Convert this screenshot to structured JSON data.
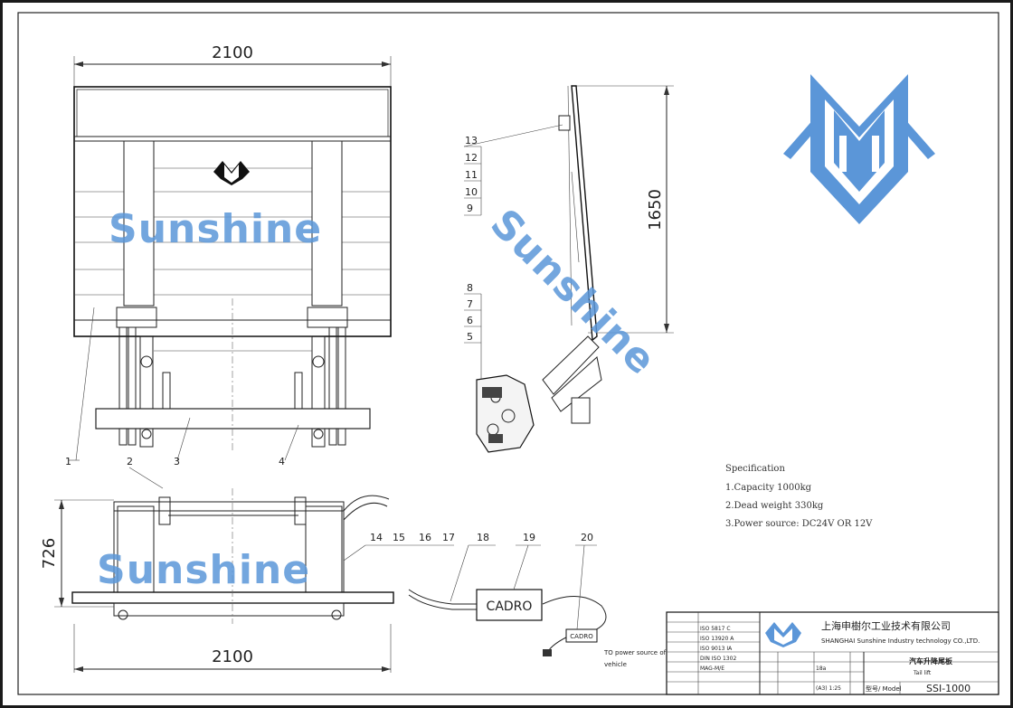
{
  "front_view": {
    "width_dim": "2100"
  },
  "side_view": {
    "height_dim": "1650"
  },
  "plan_view": {
    "depth_dim": "726",
    "width_dim": "2100"
  },
  "watermark": {
    "text": "Sunshine"
  },
  "part_numbers": {
    "front": [
      "1",
      "2",
      "3",
      "4"
    ],
    "side": [
      "13",
      "12",
      "11",
      "10",
      "9",
      "8",
      "7",
      "6",
      "5"
    ],
    "plan": [
      "14",
      "15",
      "16",
      "17",
      "18",
      "19",
      "20"
    ]
  },
  "control_box": {
    "label": "CADRO",
    "small_label": "CADRO"
  },
  "power_note": {
    "line1": "TO power source of",
    "line2": "vehicle"
  },
  "specification": {
    "title": "Specification",
    "items": [
      "1.Capacity 1000kg",
      "2.Dead weight 330kg",
      "3.Power source: DC24V OR 12V"
    ]
  },
  "title_block": {
    "company_cn": "上海申樹尔工业技术有限公司",
    "company_en": "SHANGHAI Sunshine Industry technology CO.,LTD.",
    "product_cn": "汽车升降尾板",
    "product_en": "Tail lift",
    "model_label": "型号/ Model",
    "model": "SSI-1000",
    "standards": [
      "ISO 5817 C",
      "ISO 13920 A",
      "ISO 9013 IA",
      "DIN ISO 1302",
      "MAG-M/E"
    ],
    "weight": "18a",
    "scale": "(A3) 1:25"
  },
  "colors": {
    "logo_blue": "#5b96d8",
    "paper": "#ffffff",
    "frame": "#1a1a1a"
  }
}
